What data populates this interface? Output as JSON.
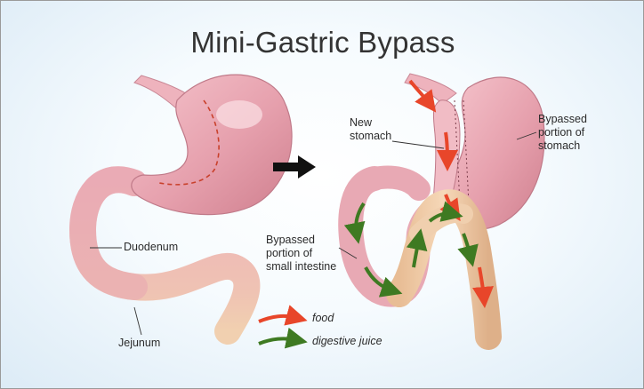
{
  "title": "Mini-Gastric Bypass",
  "labels": {
    "duodenum": "Duodenum",
    "jejunum": "Jejunum",
    "new_stomach": "New\nstomach",
    "bypassed_stomach": "Bypassed\nportion of\nstomach",
    "bypassed_intestine": "Bypassed\nportion of\nsmall intestine"
  },
  "legend": [
    {
      "label": "food",
      "color": "#e8462a",
      "icon": "red-arrow-icon"
    },
    {
      "label": "digestive juice",
      "color": "#3e7a22",
      "icon": "green-arrow-icon"
    }
  ],
  "colors": {
    "stomach": "#e9aab4",
    "intestine": "#efc9a4",
    "food_arrow": "#e8462a",
    "juice_arrow": "#3e7a22"
  }
}
